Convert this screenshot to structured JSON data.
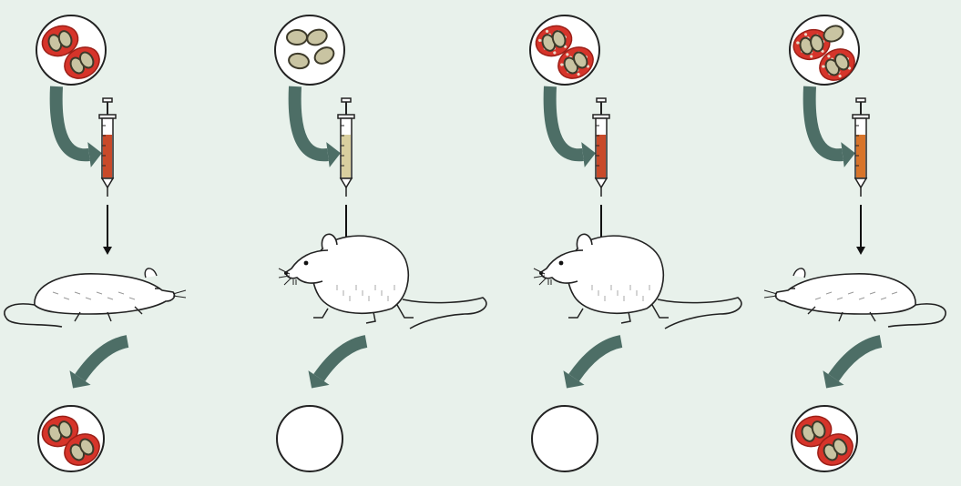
{
  "diagram": {
    "background_color": "#e8f1eb",
    "colors": {
      "capsule_red": "#d6342a",
      "capsule_red_dark": "#9b1f17",
      "cell_fill": "#c9c4a2",
      "cell_stroke": "#3d3a2a",
      "heat_killed_spot": "#c8352a",
      "arrow_teal": "#4d6e66",
      "syringe_red": "#c94a2a",
      "syringe_beige": "#d9cf9f",
      "syringe_orange": "#d8742a",
      "outline": "#222222"
    },
    "experiments": [
      {
        "sample_type": "live-encapsulated",
        "syringe_fill": "#c94a2a",
        "mouse_outcome": "dead",
        "recovered": "live-encapsulated"
      },
      {
        "sample_type": "live-unencapsulated",
        "syringe_fill": "#d9cf9f",
        "mouse_outcome": "alive",
        "recovered": "none"
      },
      {
        "sample_type": "heat-killed-encapsulated",
        "syringe_fill": "#c94a2a",
        "mouse_outcome": "alive",
        "recovered": "none"
      },
      {
        "sample_type": "heat-killed-encapsulated-plus-live-unencapsulated",
        "syringe_fill": "#d8742a",
        "mouse_outcome": "dead",
        "recovered": "live-encapsulated"
      }
    ]
  }
}
